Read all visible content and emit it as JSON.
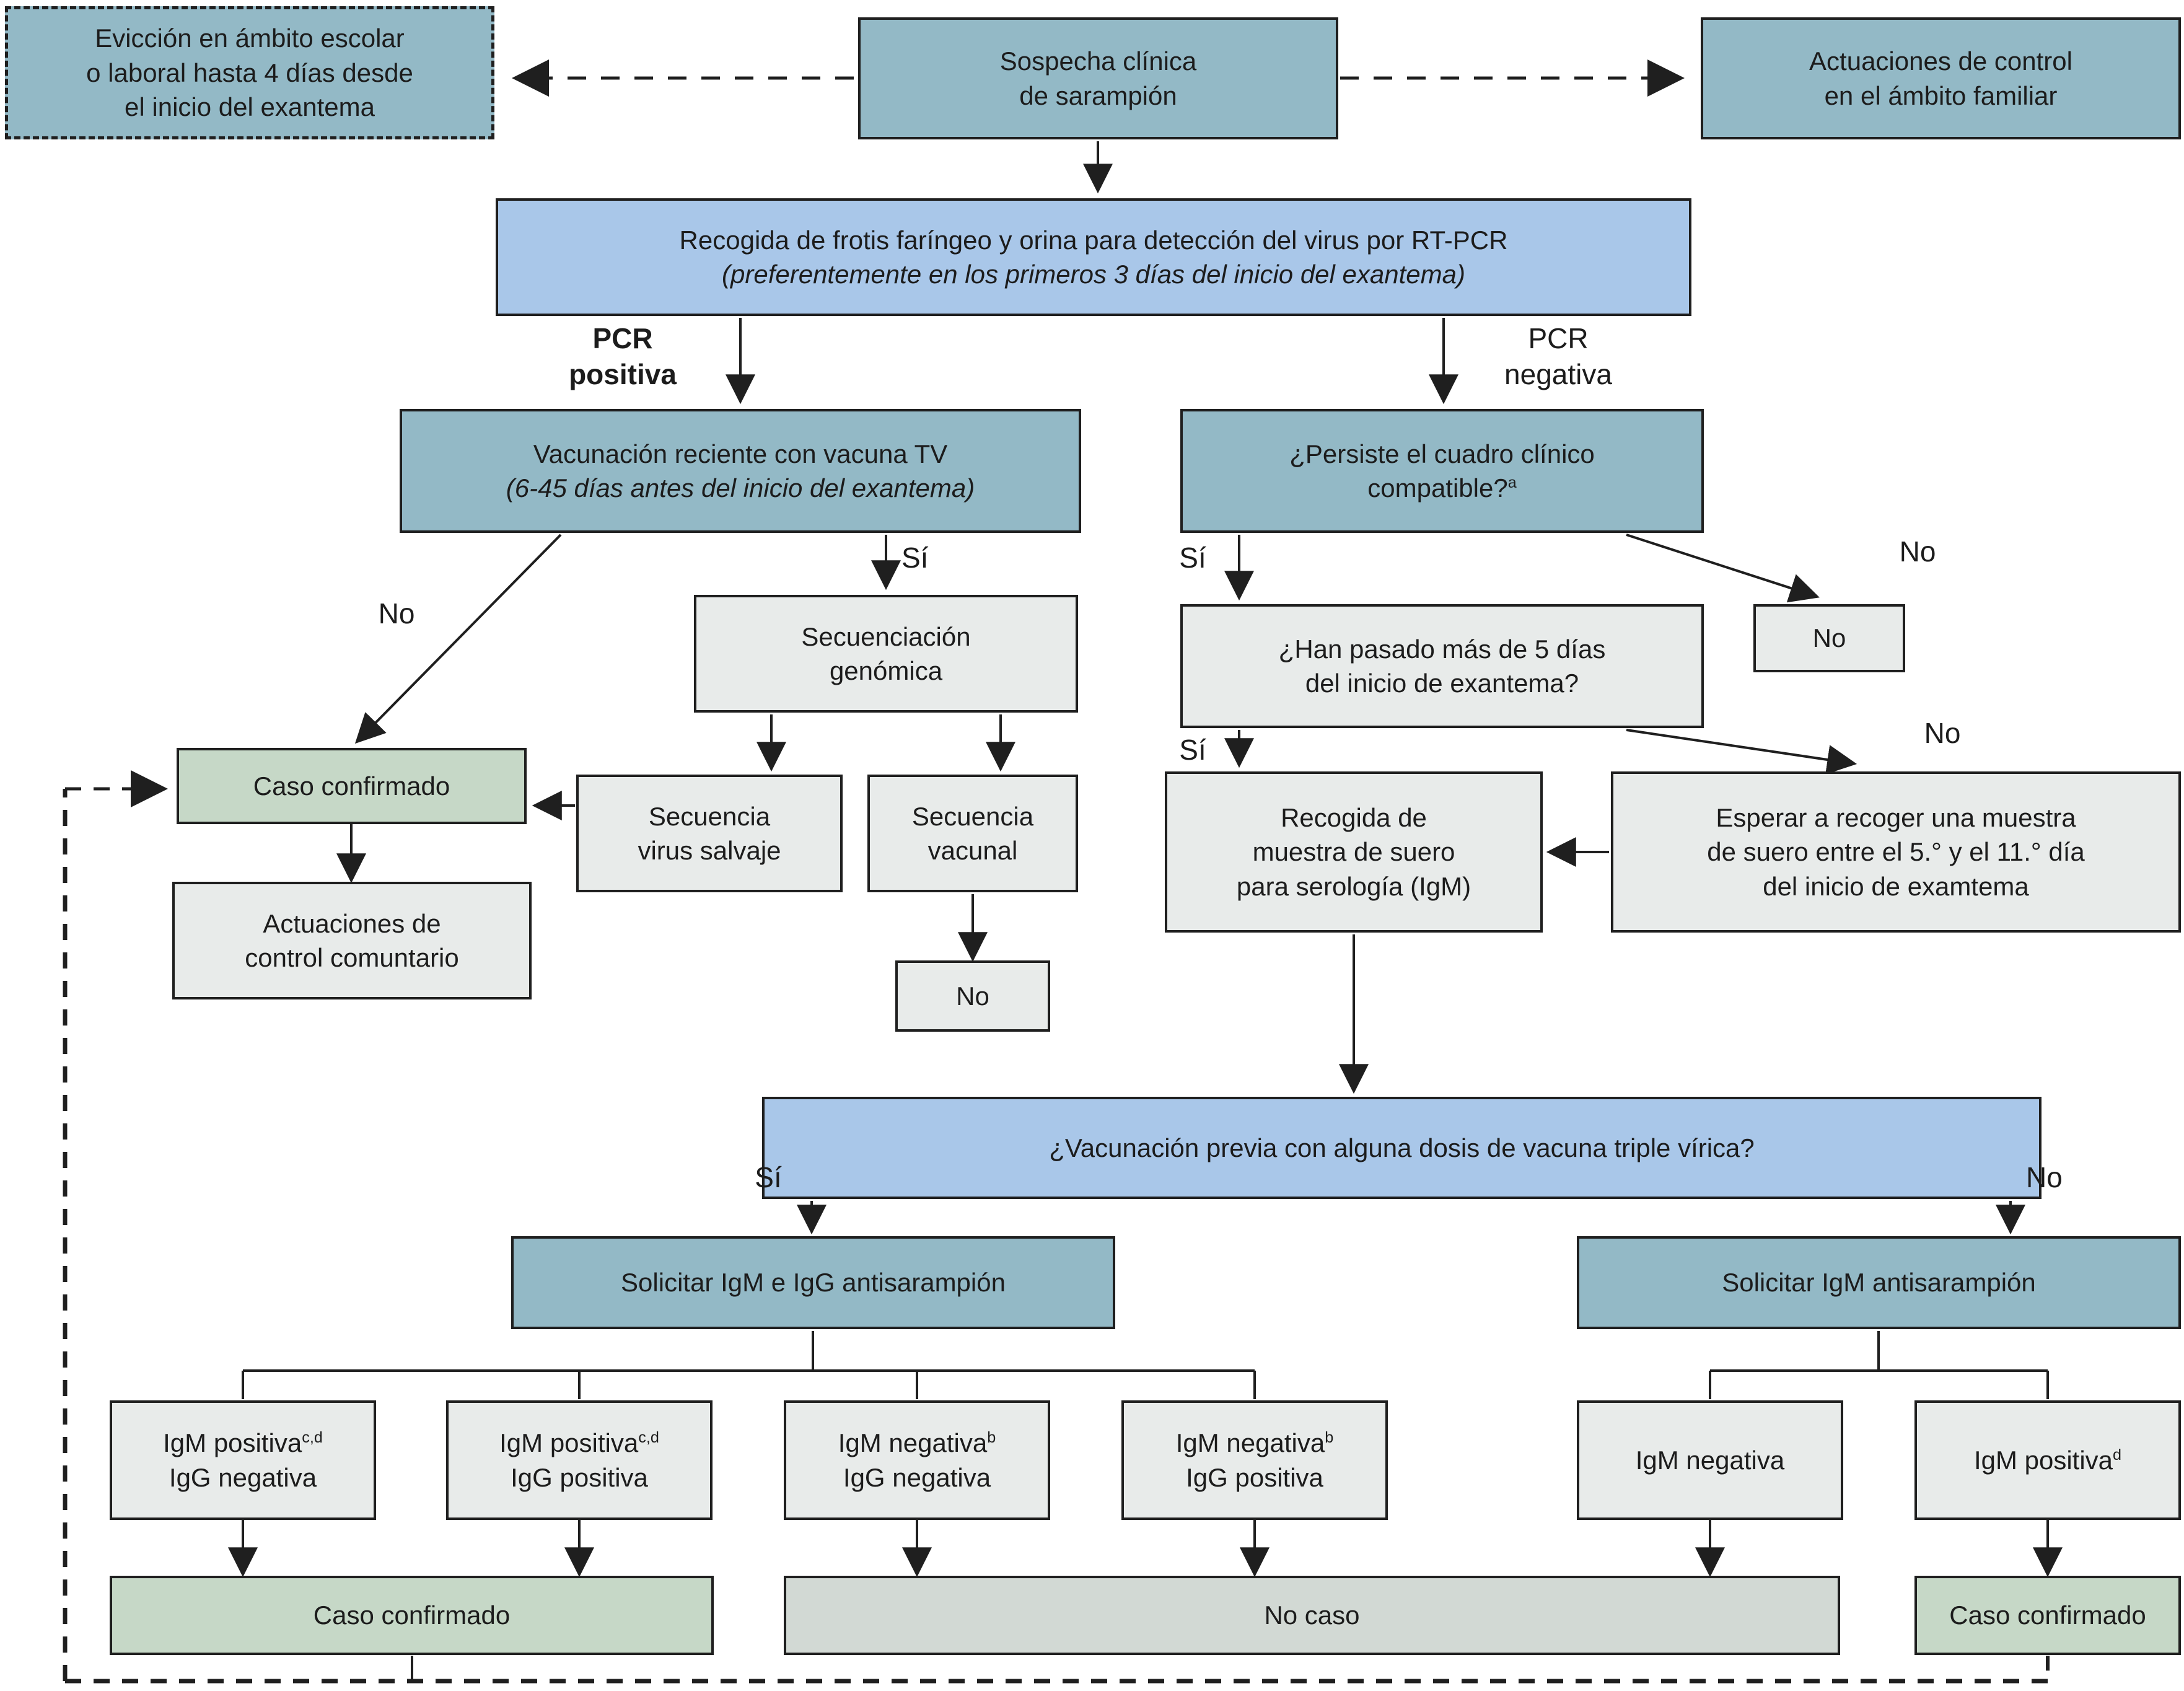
{
  "colors": {
    "teal": "#93b9c6",
    "blue": "#a9c7e9",
    "gray": "#e8ebea",
    "green": "#c6d8c7",
    "nocase": "#d2d9d4",
    "border": "#1f1f1f",
    "ink": "#1c1c1c",
    "bg": "#ffffff"
  },
  "boxes": {
    "eviccion": {
      "l1": "Evicción en ámbito escolar",
      "l2": "o laboral hasta 4 días desde",
      "l3": "el inicio del exantema"
    },
    "sospecha": {
      "l1": "Sospecha clínica",
      "l2": "de sarampión"
    },
    "act_familiar": {
      "l1": "Actuaciones de control",
      "l2": "en el ámbito familiar"
    },
    "rtpcr": {
      "l1": "Recogida de frotis faríngeo y orina para detección del virus por RT-PCR",
      "l2": "(preferentemente en los primeros 3 días del inicio del exantema)"
    },
    "vacunacion_tv": {
      "l1": "Vacunación reciente con vacuna TV",
      "l2": "(6-45 días antes del inicio del exantema)"
    },
    "persiste": {
      "l1": "¿Persiste el cuadro clínico",
      "l2": "compatible?",
      "s2": "a"
    },
    "secuenciacion": {
      "l1": "Secuenciación",
      "l2": "genómica"
    },
    "no_right": {
      "l1": "No"
    },
    "han_pasado": {
      "l1": "¿Han pasado más de 5 días",
      "l2": "del inicio de exantema?"
    },
    "caso_mid": {
      "l1": "Caso confirmado"
    },
    "secuencia_virus": {
      "l1": "Secuencia",
      "l2": "virus salvaje"
    },
    "secuencia_vacunal": {
      "l1": "Secuencia",
      "l2": "vacunal"
    },
    "no_mid": {
      "l1": "No"
    },
    "actuaciones_com": {
      "l1": "Actuaciones de",
      "l2": "control comuntario"
    },
    "recogida": {
      "l1": "Recogida de",
      "l2": "muestra de suero",
      "l3": "para serología (IgM)"
    },
    "esperar": {
      "l1": "Esperar a recoger una muestra",
      "l2": "de suero entre el 5.° y el 11.° día",
      "l3": "del inicio de examtema"
    },
    "vac_previa": {
      "l1": "¿Vacunación previa con alguna dosis de vacuna triple vírica?"
    },
    "sol_igm_igg": {
      "l1": "Solicitar IgM e IgG antisarampión"
    },
    "sol_igm": {
      "l1": "Solicitar IgM antisarampión"
    },
    "r1": {
      "l1": "IgM positiva",
      "s1": "c,d",
      "l2": "IgG negativa"
    },
    "r2": {
      "l1": "IgM positiva",
      "s1": "c,d",
      "l2": "IgG positiva"
    },
    "r3": {
      "l1": "IgM negativa",
      "s1": "b",
      "l2": "IgG negativa"
    },
    "r4": {
      "l1": "IgM negativa",
      "s1": "b",
      "l2": "IgG positiva"
    },
    "r5": {
      "l1": "IgM negativa"
    },
    "r6": {
      "l1": "IgM positiva",
      "s1": "d"
    },
    "caso_bl": {
      "l1": "Caso confirmado"
    },
    "no_caso": {
      "l1": "No caso"
    },
    "caso_br": {
      "l1": "Caso confirmado"
    }
  },
  "labels": {
    "pcr_pos": {
      "l1": "PCR",
      "l2": "positiva"
    },
    "pcr_neg": {
      "l1": "PCR",
      "l2": "negativa"
    },
    "vtv_si": "Sí",
    "vtv_no": "No",
    "pers_si": "Sí",
    "pers_no": "No",
    "han_si": "Sí",
    "han_no": "No",
    "prev_si": "Sí",
    "prev_no": "No"
  }
}
